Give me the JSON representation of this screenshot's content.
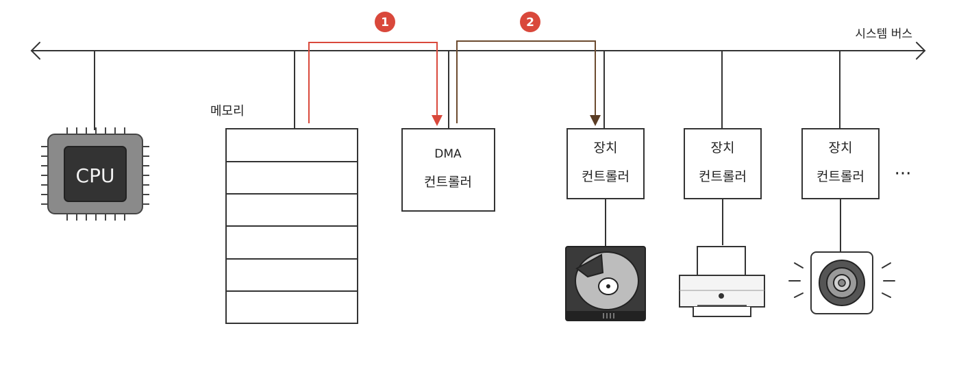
{
  "bus": {
    "label": "시스템 버스"
  },
  "cpu": {
    "label": "CPU"
  },
  "memory": {
    "label": "메모리",
    "slots": 6
  },
  "dma": {
    "line1": "DMA",
    "line2": "컨트롤러"
  },
  "device_controllers": [
    {
      "line1": "장치",
      "line2": "컨트롤러",
      "device": "hard-disk"
    },
    {
      "line1": "장치",
      "line2": "컨트롤러",
      "device": "printer"
    },
    {
      "line1": "장치",
      "line2": "컨트롤러",
      "device": "speaker"
    }
  ],
  "ellipsis": "···",
  "steps": [
    {
      "number": "1",
      "color": "#d9483b"
    },
    {
      "number": "2",
      "color": "#d9483b"
    }
  ],
  "colors": {
    "step1_path": "#d9483b",
    "step2_path": "#6b4a2e",
    "line": "#333333"
  }
}
